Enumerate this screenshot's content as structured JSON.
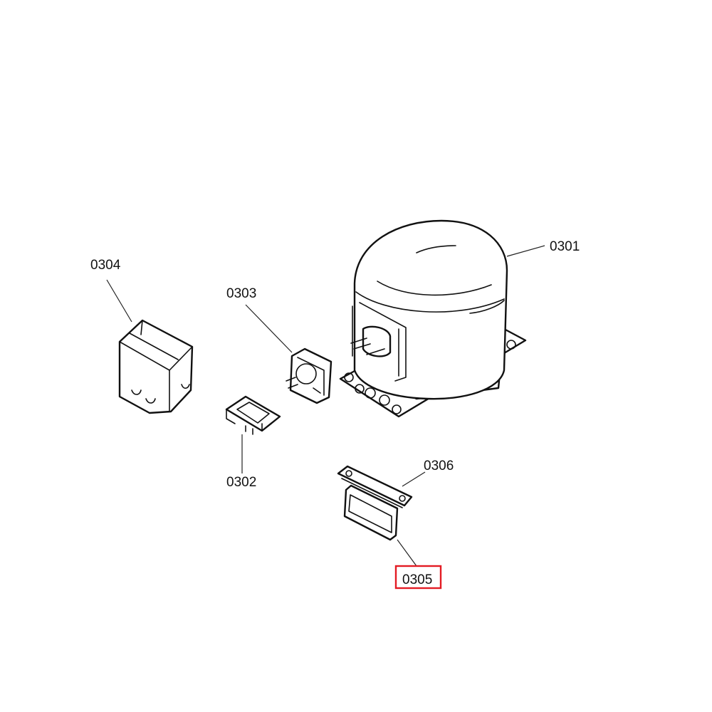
{
  "colors": {
    "line": "#111111",
    "highlight": "#e31b23",
    "background": "#ffffff"
  },
  "highlighted_label": "0305",
  "labels": {
    "p0301": "0301",
    "p0302": "0302",
    "p0303": "0303",
    "p0304": "0304",
    "p0305": "0305",
    "p0306": "0306"
  }
}
